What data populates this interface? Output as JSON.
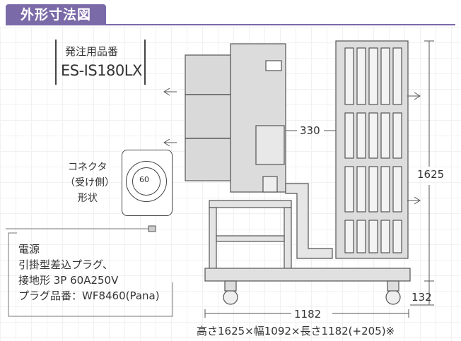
{
  "header": {
    "title": "外形寸法図"
  },
  "model": {
    "caption": "発注用品番",
    "number": "ES-IS180LX"
  },
  "connector": {
    "lines": [
      "コネクタ",
      "（受け側）",
      "形状"
    ],
    "badge": "60"
  },
  "power": {
    "lines": [
      "電源",
      "引掛型差込プラグ、",
      "接地形 3P 60A250V",
      "プラグ品番：WF8460(Pana)"
    ]
  },
  "dimensions": {
    "depth_label": "330",
    "height_label": "1625",
    "base_label": "132",
    "length_label": "1182",
    "summary": "高さ1625×幅1092×長さ1182(+205)※"
  },
  "colors": {
    "accent": "#7b6aa8",
    "line": "#555555",
    "body": "#d9d9d9"
  }
}
